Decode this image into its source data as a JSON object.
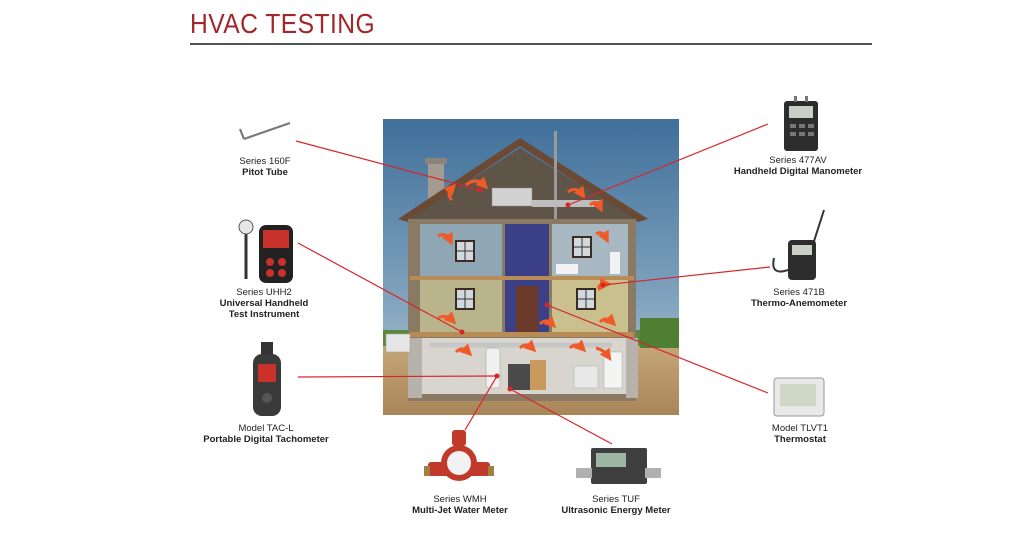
{
  "page": {
    "title": "HVAC TESTING"
  },
  "colors": {
    "title": "#a3262b",
    "leader_line": "#d7262b",
    "airflow_arrow": "#f05a28"
  },
  "products": [
    {
      "id": "pitot",
      "series": "Series 160F",
      "name": "Pitot Tube"
    },
    {
      "id": "uhh2",
      "series": "Series UHH2",
      "name": "Universal Handheld",
      "name2": "Test Instrument"
    },
    {
      "id": "tac",
      "series": "Model TAC-L",
      "name": "Portable Digital Tachometer"
    },
    {
      "id": "wmh",
      "series": "Series WMH",
      "name": "Multi-Jet Water Meter"
    },
    {
      "id": "tuf",
      "series": "Series TUF",
      "name": "Ultrasonic Energy Meter"
    },
    {
      "id": "m477",
      "series": "Series 477AV",
      "name": "Handheld Digital Manometer"
    },
    {
      "id": "m471",
      "series": "Series 471B",
      "name": "Thermo-Anemometer"
    },
    {
      "id": "tlvt",
      "series": "Model TLVT1",
      "name": "Thermostat"
    }
  ]
}
